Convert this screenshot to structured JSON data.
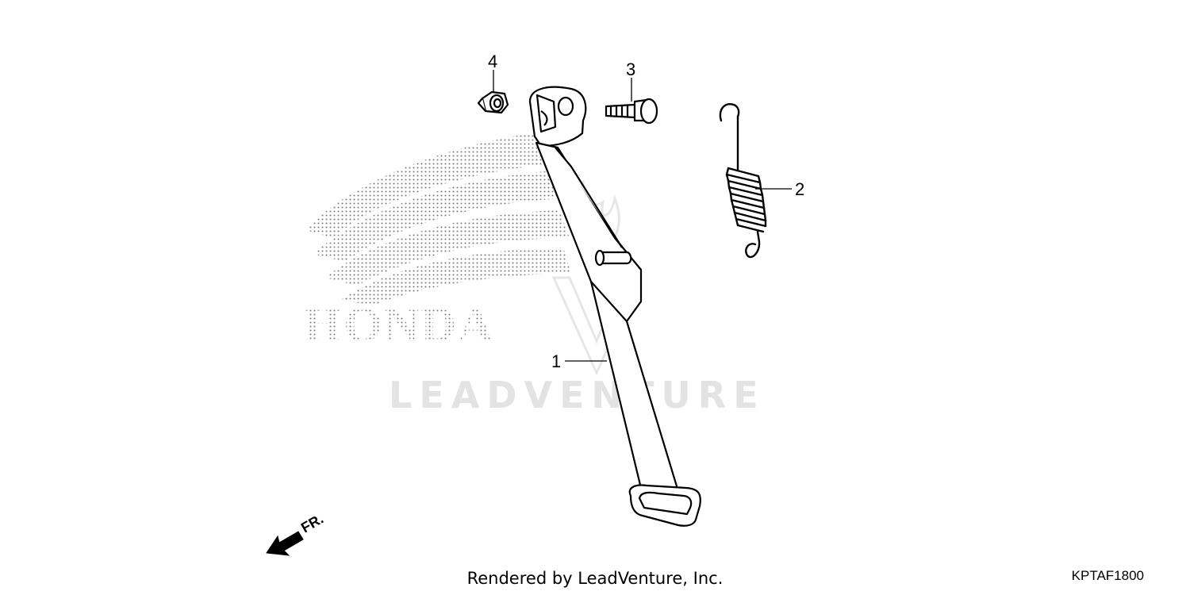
{
  "diagram": {
    "callouts": [
      {
        "id": "1",
        "label": "1"
      },
      {
        "id": "2",
        "label": "2"
      },
      {
        "id": "3",
        "label": "3"
      },
      {
        "id": "4",
        "label": "4"
      }
    ],
    "brand_logo_text": "HONDA",
    "watermark_text": "LEADVENTURE",
    "front_indicator": "FR.",
    "footer_credit": "Rendered by LeadVenture, Inc.",
    "diagram_code": "KPTAF1800"
  }
}
